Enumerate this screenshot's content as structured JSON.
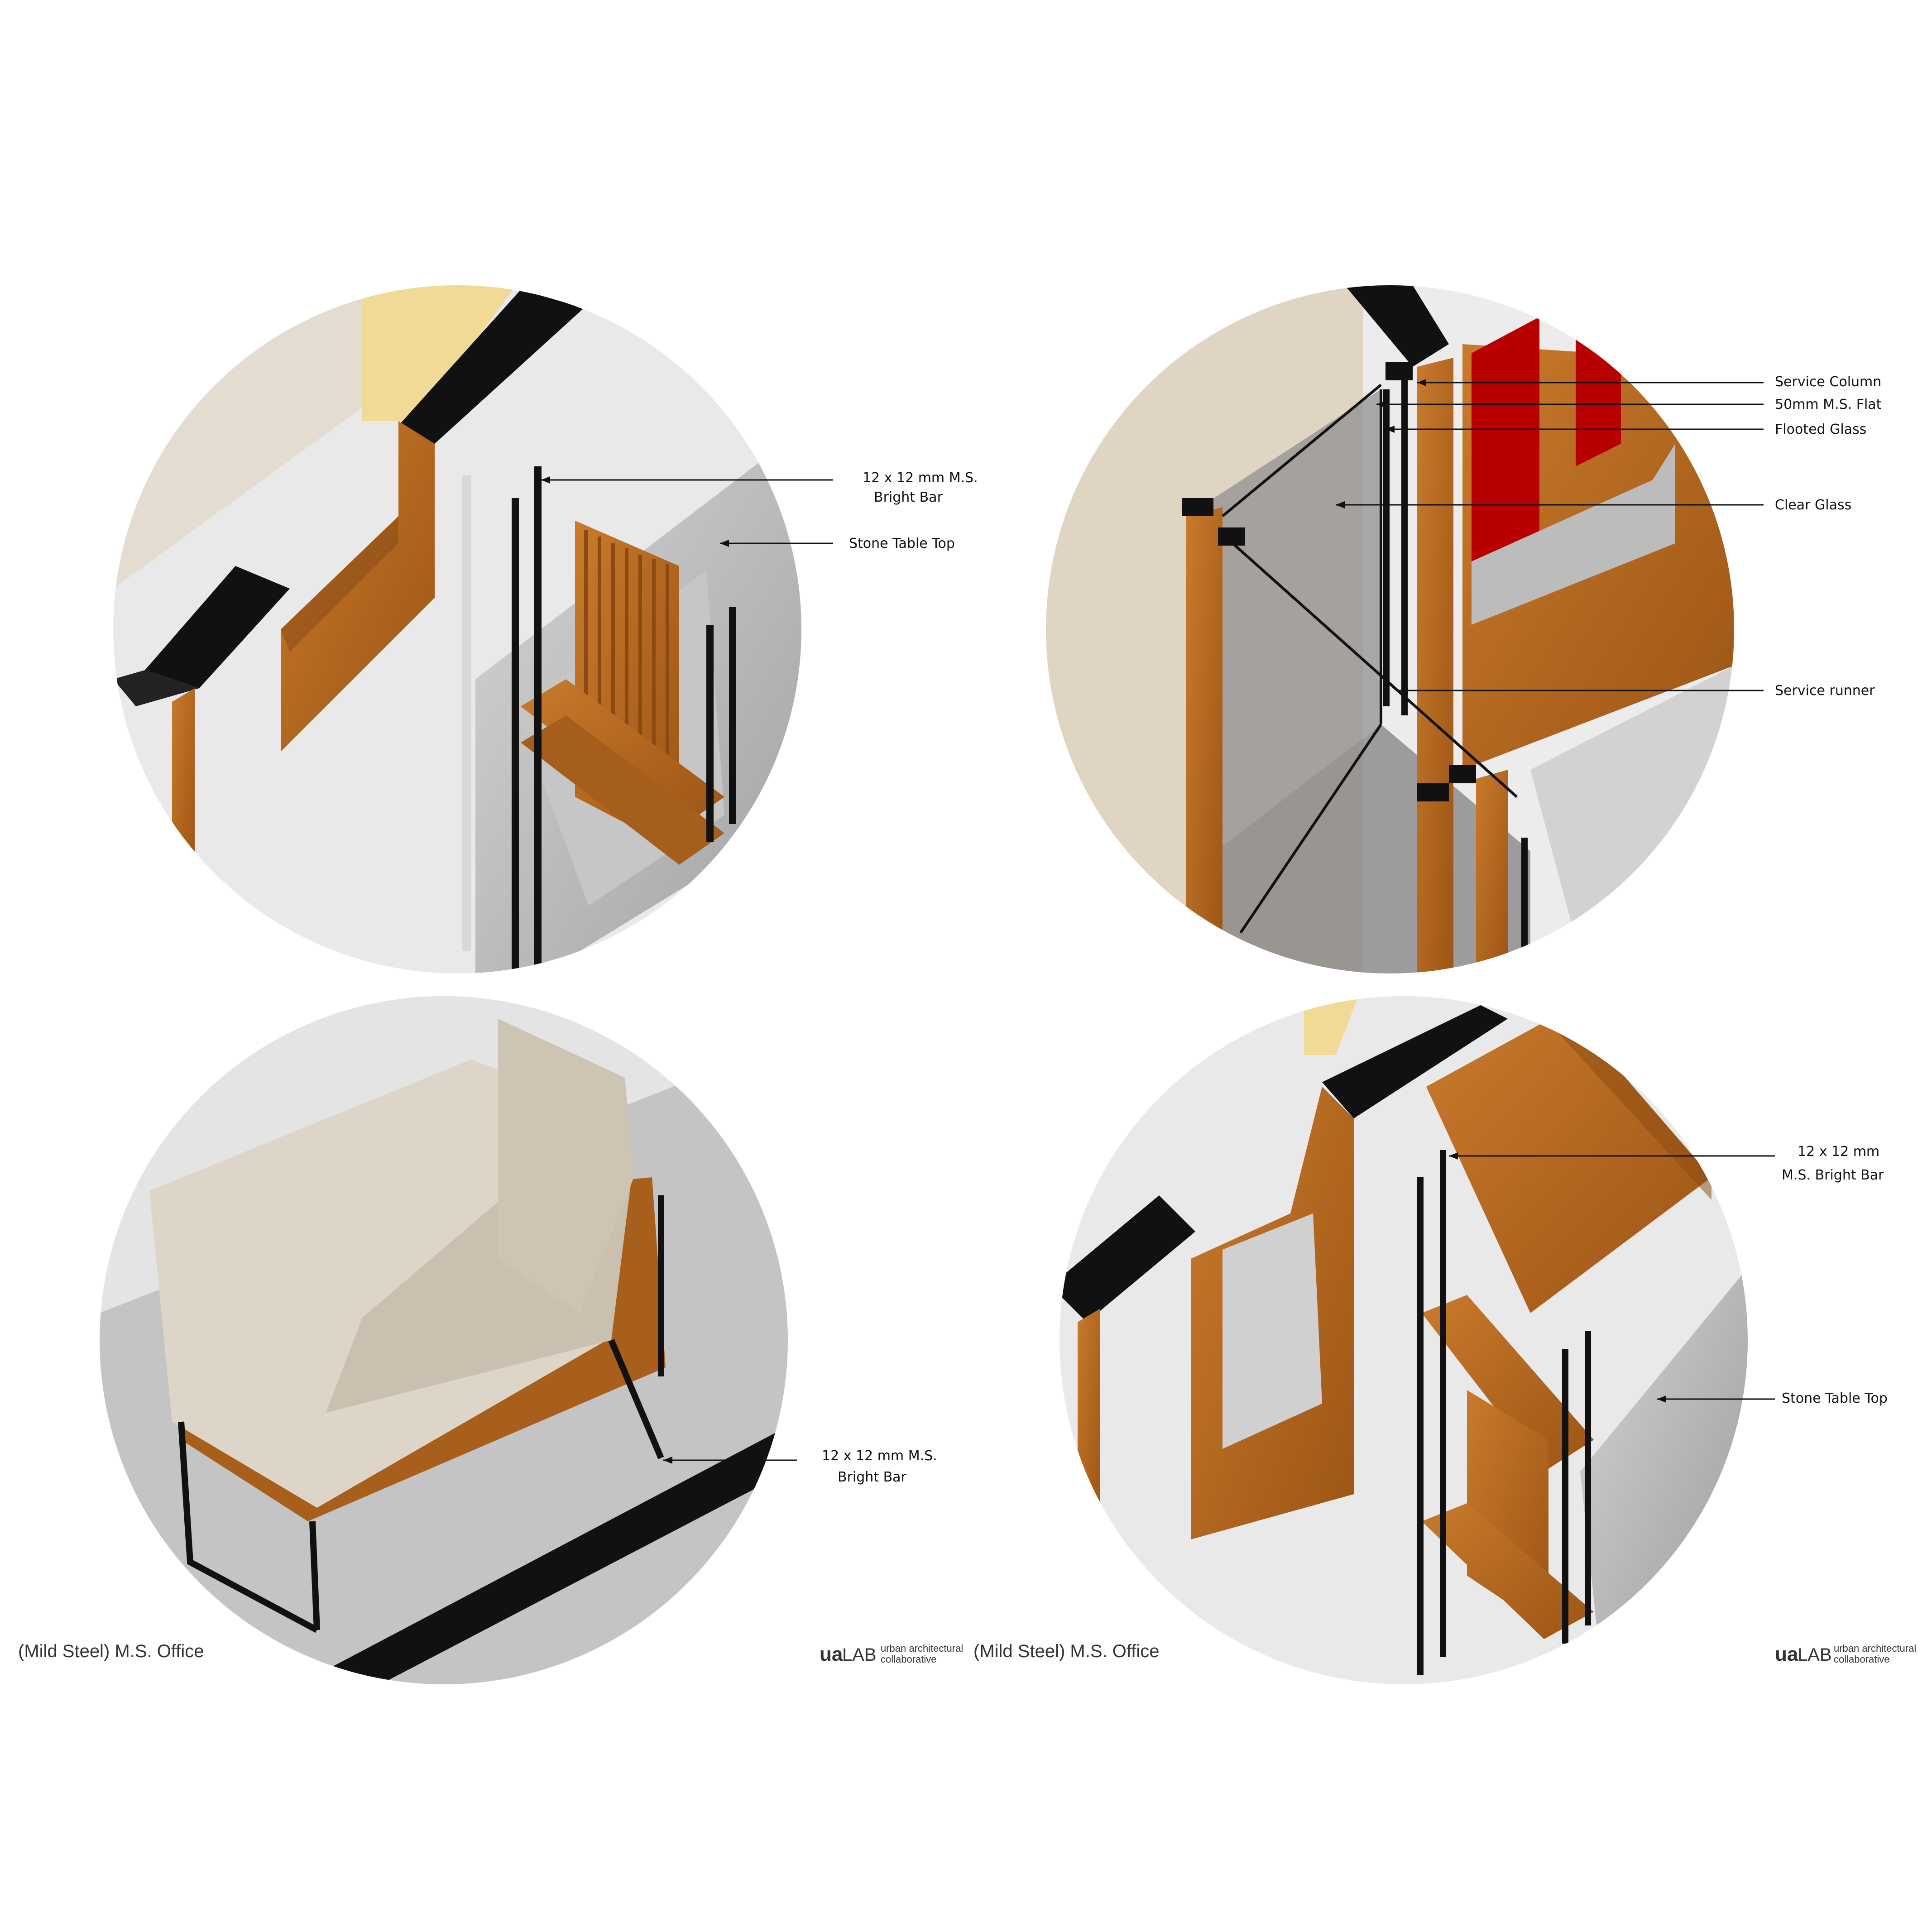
{
  "panels": [
    {
      "annotations": [
        "12 x 12 mm M.S.",
        "Bright Bar",
        "Stone Table Top"
      ]
    },
    {
      "annotations": [
        "Service Column",
        "50mm M.S. Flat",
        "Flooted Glass",
        "Clear Glass",
        "Service runner"
      ]
    },
    {
      "annotations": [
        "12 x 12 mm M.S.",
        "Bright Bar"
      ]
    },
    {
      "annotations": [
        "12 x 12 mm",
        "M.S. Bright Bar",
        "Stone Table Top"
      ]
    }
  ],
  "captions": {
    "left": "(Mild Steel) M.S. Office",
    "right": "(Mild Steel) M.S. Office"
  },
  "brand": {
    "mark": "ua",
    "lab": "LAB",
    "line1": "urban architectural",
    "line2": "collaborative"
  },
  "colors": {
    "wood": "#b86a22",
    "steel": "#111111",
    "stone": "#b9b9b9",
    "glass": "#8d8d8d",
    "accent_red": "#b00000",
    "accent_yellow": "#f1da95",
    "upholstery": "#ddd6c8"
  }
}
